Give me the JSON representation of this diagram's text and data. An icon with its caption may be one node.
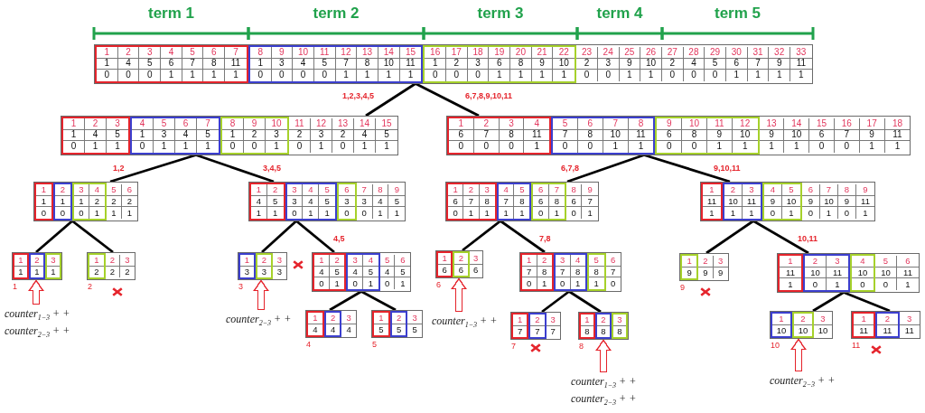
{
  "diagram": {
    "nodes": [
      {
        "text": [
          "23",
          "24",
          "25",
          "26",
          "27",
          "28",
          "29",
          "30",
          "31",
          "32",
          "33",
          "2",
          "3",
          "9",
          "10",
          "2",
          "4",
          "5",
          "6",
          "7",
          "9",
          "11",
          "0",
          "0",
          "1",
          "1",
          "0",
          "0",
          "0",
          "1",
          "1",
          "1",
          "1"
        ]
      },
      {
        "text": [
          "1",
          "2",
          "3",
          "4",
          "5",
          "6",
          "7",
          "1",
          "4",
          "5",
          "6",
          "7",
          "8",
          "11",
          "0",
          "0",
          "0",
          "1",
          "1",
          "1",
          "1"
        ],
        "in": 0
      },
      {
        "text": [
          "8",
          "9",
          "10",
          "11",
          "12",
          "13",
          "14",
          "15",
          "1",
          "3",
          "4",
          "5",
          "7",
          "8",
          "10",
          "11",
          "0",
          "0",
          "0",
          "0",
          "1",
          "1",
          "1",
          "1"
        ],
        "in": 0
      },
      {
        "text": [
          "16",
          "17",
          "18",
          "19",
          "20",
          "21",
          "22",
          "1",
          "2",
          "3",
          "6",
          "8",
          "9",
          "10",
          "0",
          "0",
          "0",
          "1",
          "1",
          "1",
          "1"
        ],
        "in": 0
      },
      {
        "text": [
          "11",
          "12",
          "13",
          "14",
          "15",
          "2",
          "3",
          "2",
          "4",
          "5",
          "0",
          "1",
          "0",
          "1",
          "1"
        ]
      },
      {
        "text": [
          "1",
          "2",
          "3",
          "1",
          "4",
          "5",
          "0",
          "1",
          "1"
        ],
        "in": 4
      },
      {
        "text": [
          "4",
          "5",
          "6",
          "7",
          "1",
          "3",
          "4",
          "5",
          "0",
          "1",
          "1",
          "1"
        ],
        "in": 4
      },
      {
        "text": [
          "8",
          "9",
          "10",
          "1",
          "2",
          "3",
          "0",
          "0",
          "1"
        ],
        "in": 4
      },
      {
        "text": [
          "13",
          "14",
          "15",
          "16",
          "17",
          "18",
          "9",
          "10",
          "6",
          "7",
          "9",
          "11",
          "1",
          "1",
          "0",
          "0",
          "1",
          "1"
        ]
      },
      {
        "text": [
          "1",
          "2",
          "3",
          "4",
          "6",
          "7",
          "8",
          "11",
          "0",
          "0",
          "0",
          "1"
        ],
        "in": 8
      },
      {
        "text": [
          "5",
          "6",
          "7",
          "8",
          "7",
          "8",
          "10",
          "11",
          "0",
          "0",
          "1",
          "1"
        ],
        "in": 8
      },
      {
        "text": [
          "9",
          "10",
          "11",
          "12",
          "6",
          "8",
          "9",
          "10",
          "0",
          "0",
          "1",
          "1"
        ],
        "in": 8
      },
      {
        "text": [
          "5",
          "6",
          "2",
          "2",
          "1",
          "1"
        ]
      },
      {
        "text": [
          "1",
          "1",
          "0"
        ],
        "in": 12
      },
      {
        "text": [
          "2",
          "1",
          "0"
        ],
        "in": 12
      },
      {
        "text": [
          "3",
          "4",
          "1",
          "2",
          "0",
          "1"
        ],
        "in": 12
      },
      {
        "text": [
          "7",
          "8",
          "9",
          "3",
          "4",
          "5",
          "0",
          "1",
          "1"
        ]
      },
      {
        "text": [
          "1",
          "2",
          "4",
          "5",
          "1",
          "1"
        ],
        "in": 16
      },
      {
        "text": [
          "3",
          "4",
          "5",
          "3",
          "4",
          "5",
          "0",
          "1",
          "1"
        ],
        "in": 16
      },
      {
        "text": [
          "6",
          "3",
          "0"
        ],
        "in": 16
      },
      {
        "text": [
          "8",
          "9",
          "6",
          "7",
          "0",
          "1"
        ]
      },
      {
        "text": [
          "1",
          "2",
          "3",
          "6",
          "7",
          "8",
          "0",
          "1",
          "1"
        ],
        "in": 20
      },
      {
        "text": [
          "4",
          "5",
          "7",
          "8",
          "1",
          "1"
        ],
        "in": 20
      },
      {
        "text": [
          "6",
          "7",
          "6",
          "8",
          "0",
          "1"
        ],
        "in": 20
      },
      {
        "text": [
          "6",
          "7",
          "8",
          "9",
          "9",
          "10",
          "9",
          "11",
          "0",
          "1",
          "0",
          "1"
        ]
      },
      {
        "text": [
          "1",
          "11",
          "1"
        ],
        "in": 24
      },
      {
        "text": [
          "2",
          "3",
          "10",
          "11",
          "1",
          "1"
        ],
        "in": 24
      },
      {
        "text": [
          "4",
          "5",
          "9",
          "10",
          "0",
          "1"
        ],
        "in": 24
      },
      {
        "text": [],
        "shape": "box",
        "beside": [
          "1"
        ]
      },
      {
        "text": [
          "1",
          "1"
        ],
        "in": 28
      },
      {
        "text": [
          "2",
          "1"
        ],
        "in": 28
      },
      {
        "text": [
          "3",
          "1"
        ],
        "in": 28
      },
      {
        "text": [
          "2",
          "3",
          "2",
          "2"
        ],
        "beside": [
          "2"
        ]
      },
      {
        "text": [
          "1",
          "2"
        ],
        "in": 32
      },
      {
        "text": [
          "3",
          "3"
        ],
        "beside": [
          "3"
        ]
      },
      {
        "text": [
          "1",
          "3"
        ],
        "in": 34
      },
      {
        "text": [
          "2",
          "3"
        ],
        "in": 34
      },
      {
        "text": [
          "5",
          "6",
          "4",
          "5",
          "0",
          "1"
        ]
      },
      {
        "text": [
          "1",
          "2",
          "4",
          "5",
          "0",
          "1"
        ],
        "in": 37
      },
      {
        "text": [
          "3",
          "4",
          "4",
          "5",
          "0",
          "1"
        ],
        "in": 37
      },
      {
        "text": [
          "3",
          "6"
        ],
        "beside": [
          "6"
        ]
      },
      {
        "text": [
          "1",
          "6"
        ],
        "in": 40
      },
      {
        "text": [
          "2",
          "6"
        ],
        "in": 40
      },
      {
        "text": [
          "6",
          "7",
          "0"
        ]
      },
      {
        "text": [
          "1",
          "2",
          "7",
          "8",
          "0",
          "1"
        ],
        "in": 43
      },
      {
        "text": [
          "3",
          "4",
          "7",
          "8",
          "0",
          "1"
        ],
        "in": 43
      },
      {
        "text": [
          "5",
          "8",
          "1"
        ],
        "in": 43
      },
      {
        "text": [
          "2",
          "3",
          "9",
          "9"
        ],
        "beside": [
          "9"
        ]
      },
      {
        "text": [
          "1",
          "9"
        ],
        "in": 47
      },
      {
        "text": [
          "5",
          "6",
          "10",
          "11",
          "0",
          "1"
        ]
      },
      {
        "text": [
          "1",
          "11",
          "1"
        ],
        "in": 49
      },
      {
        "text": [
          "2",
          "3",
          "10",
          "11",
          "0",
          "1"
        ],
        "in": 49
      },
      {
        "text": [
          "4",
          "10",
          "0"
        ],
        "in": 49
      },
      {
        "text": [
          "3",
          "4"
        ],
        "beside": [
          "4"
        ]
      },
      {
        "text": [
          "1",
          "4"
        ],
        "in": 53
      },
      {
        "text": [
          "2",
          "4"
        ],
        "in": 53
      },
      {
        "text": [
          "3",
          "5"
        ],
        "beside": [
          "5"
        ]
      },
      {
        "text": [
          "1",
          "5"
        ],
        "in": 56
      },
      {
        "text": [
          "2",
          "5"
        ],
        "in": 56
      },
      {
        "text": [
          "3",
          "7"
        ],
        "beside": [
          "7"
        ]
      },
      {
        "text": [
          "1",
          "7"
        ],
        "in": 59
      },
      {
        "text": [
          "2",
          "7"
        ],
        "in": 59
      },
      {
        "text": [],
        "shape": "box",
        "beside": [
          "8"
        ]
      },
      {
        "text": [
          "1",
          "8"
        ],
        "in": 62
      },
      {
        "text": [
          "2",
          "8"
        ],
        "in": 62
      },
      {
        "text": [
          "3",
          "8"
        ],
        "in": 62
      },
      {
        "text": [
          "3",
          "10"
        ],
        "beside": [
          "10"
        ]
      },
      {
        "text": [
          "1",
          "10"
        ],
        "in": 66
      },
      {
        "text": [
          "2",
          "10"
        ],
        "in": 66
      },
      {
        "text": [
          "3",
          "11"
        ],
        "beside": [
          "11"
        ]
      },
      {
        "text": [
          "1",
          "11"
        ],
        "in": 69
      },
      {
        "text": [
          "2",
          "11"
        ],
        "in": 69
      },
      {
        "text": [
          "counter$_{1−3}$ + +",
          "counter$_{2−3}$ + +"
        ]
      },
      {
        "text": [
          "counter$_{2−3}$ + +"
        ]
      },
      {
        "text": [
          "counter$_{1−3}$ + +"
        ]
      },
      {
        "text": [
          "counter$_{1−3}$ + +",
          "counter$_{2−3}$ + +"
        ]
      },
      {
        "text": [
          "counter$_{2−3}$ + +"
        ]
      }
    ],
    "edges": [
      {
        "from": 0,
        "to": 4,
        "arrow": "none",
        "label": "1,2,3,4,5"
      },
      {
        "from": 0,
        "to": 8,
        "arrow": "none",
        "label": "6,7,8,9,10,11"
      },
      {
        "from": 4,
        "to": 12,
        "arrow": "none",
        "label": "1,2"
      },
      {
        "from": 4,
        "to": 16,
        "arrow": "none",
        "label": "3,4,5"
      },
      {
        "from": 8,
        "to": 20,
        "arrow": "none",
        "label": "6,7,8"
      },
      {
        "from": 8,
        "to": 24,
        "arrow": "none",
        "label": "9,10,11"
      },
      {
        "from": 12,
        "to": 28,
        "arrow": "none"
      },
      {
        "from": 12,
        "to": 32,
        "arrow": "none"
      },
      {
        "from": 16,
        "to": 34,
        "arrow": "none"
      },
      {
        "from": 16,
        "to": 37,
        "arrow": "none",
        "label": "4,5"
      },
      {
        "from": 20,
        "to": 40,
        "arrow": "none"
      },
      {
        "from": 20,
        "to": 43,
        "arrow": "none",
        "label": "7,8"
      },
      {
        "from": 24,
        "to": 47,
        "arrow": "none"
      },
      {
        "from": 24,
        "to": 49,
        "arrow": "none",
        "label": "10,11"
      },
      {
        "from": 37,
        "to": 53,
        "arrow": "none"
      },
      {
        "from": 37,
        "to": 56,
        "arrow": "none"
      },
      {
        "from": 43,
        "to": 59,
        "arrow": "none"
      },
      {
        "from": 43,
        "to": 62,
        "arrow": "none"
      },
      {
        "from": 49,
        "to": 66,
        "arrow": "none"
      },
      {
        "from": 49,
        "to": 69,
        "arrow": "none"
      },
      {
        "from": 72,
        "to": 28,
        "arrow": "to",
        "style": "thick",
        "color": "#e5242c"
      },
      {
        "from": 73,
        "to": 34,
        "arrow": "to",
        "style": "thick",
        "color": "#e5242c"
      },
      {
        "from": 74,
        "to": 40,
        "arrow": "to",
        "style": "thick",
        "color": "#e5242c"
      },
      {
        "from": 75,
        "to": 62,
        "arrow": "to",
        "style": "thick",
        "color": "#e5242c"
      },
      {
        "from": 76,
        "to": 66,
        "arrow": "to",
        "style": "thick",
        "color": "#e5242c"
      }
    ],
    "labels": [
      "term 1",
      "term 2",
      "term 3",
      "term 4",
      "term 5"
    ]
  }
}
